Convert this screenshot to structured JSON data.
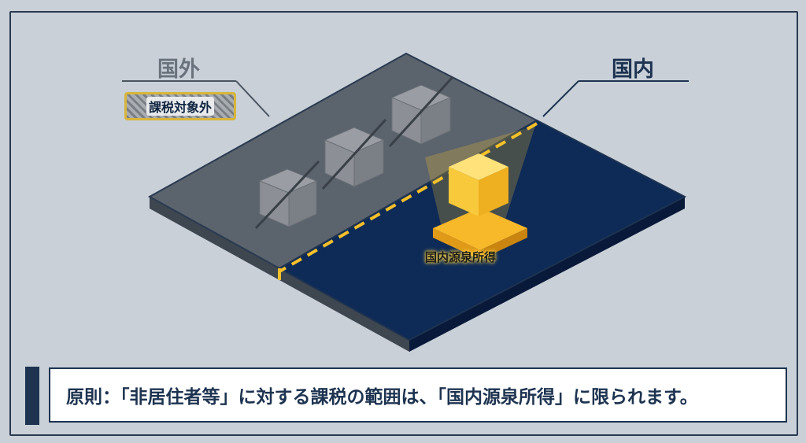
{
  "labels": {
    "foreign": "国外",
    "domestic": "国内",
    "not_taxed_badge": "課税対象外",
    "domestic_source_income": "国内源泉所得"
  },
  "caption": "原則：「非居住者等」に対する課税の範囲は、「国内源泉所得」に限られます。",
  "colors": {
    "foreign_area": "#5b636d",
    "domestic_area": "#0e2a57",
    "accent": "#f5c02a",
    "text": "#1d3350"
  }
}
